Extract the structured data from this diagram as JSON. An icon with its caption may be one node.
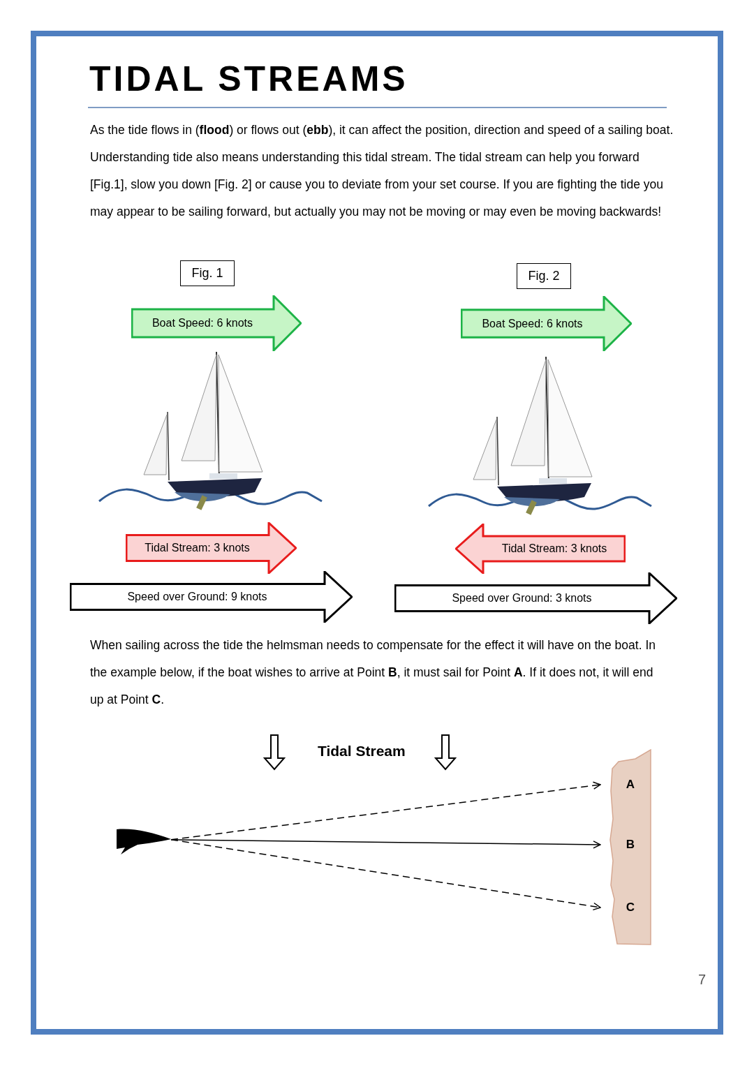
{
  "diagram": {
    "title": "TIDAL STREAMS",
    "nodes": [
      {
        "text": [
          "Fig. 1"
        ]
      },
      {
        "text": [
          "Boat Speed: 6 knots"
        ]
      },
      {
        "text": [
          "Tidal Stream: 3 knots"
        ]
      },
      {
        "text": [
          "Speed over Ground: 9 knots"
        ]
      },
      {
        "text": [
          "Fig. 2"
        ]
      },
      {
        "text": [
          "Boat Speed: 6 knots"
        ]
      },
      {
        "text": [
          "Tidal Stream: 3 knots"
        ]
      },
      {
        "text": [
          "Speed over Ground: 3 knots"
        ]
      },
      {
        "text": [],
        "shape": "picture"
      },
      {
        "text": [],
        "shape": "box"
      },
      {
        "text": [
          "A"
        ],
        "in": 9
      },
      {
        "text": [
          "B"
        ],
        "in": 9
      },
      {
        "text": [
          "C"
        ],
        "in": 9
      }
    ],
    "edges": [
      {
        "from": 8,
        "to": 10,
        "arrow": "to",
        "style": "dashed"
      },
      {
        "from": 8,
        "to": 11,
        "arrow": "to"
      },
      {
        "from": 8,
        "to": 12,
        "arrow": "to",
        "style": "dashed"
      }
    ],
    "labels": [
      "As the tide flows in (**flood**) or flows out (**ebb**), it can affect the position, direction and speed of a sailing boat. Understanding tide also means understanding this tidal stream. The tidal stream can help you forward [Fig.1], slow you down [Fig. 2] or cause you to deviate from your set course. If you are fighting the tide you may appear to be sailing forward, but actually you may not be moving or may even be moving backwards!",
      "When sailing across the tide the helmsman needs to compensate for the effect it will have on the boat. In the example below, if the boat wishes to arrive at Point **B**, it must sail for Point **A**. If it does not, it will end up at Point **C**.",
      "Tidal Stream",
      "7"
    ]
  }
}
